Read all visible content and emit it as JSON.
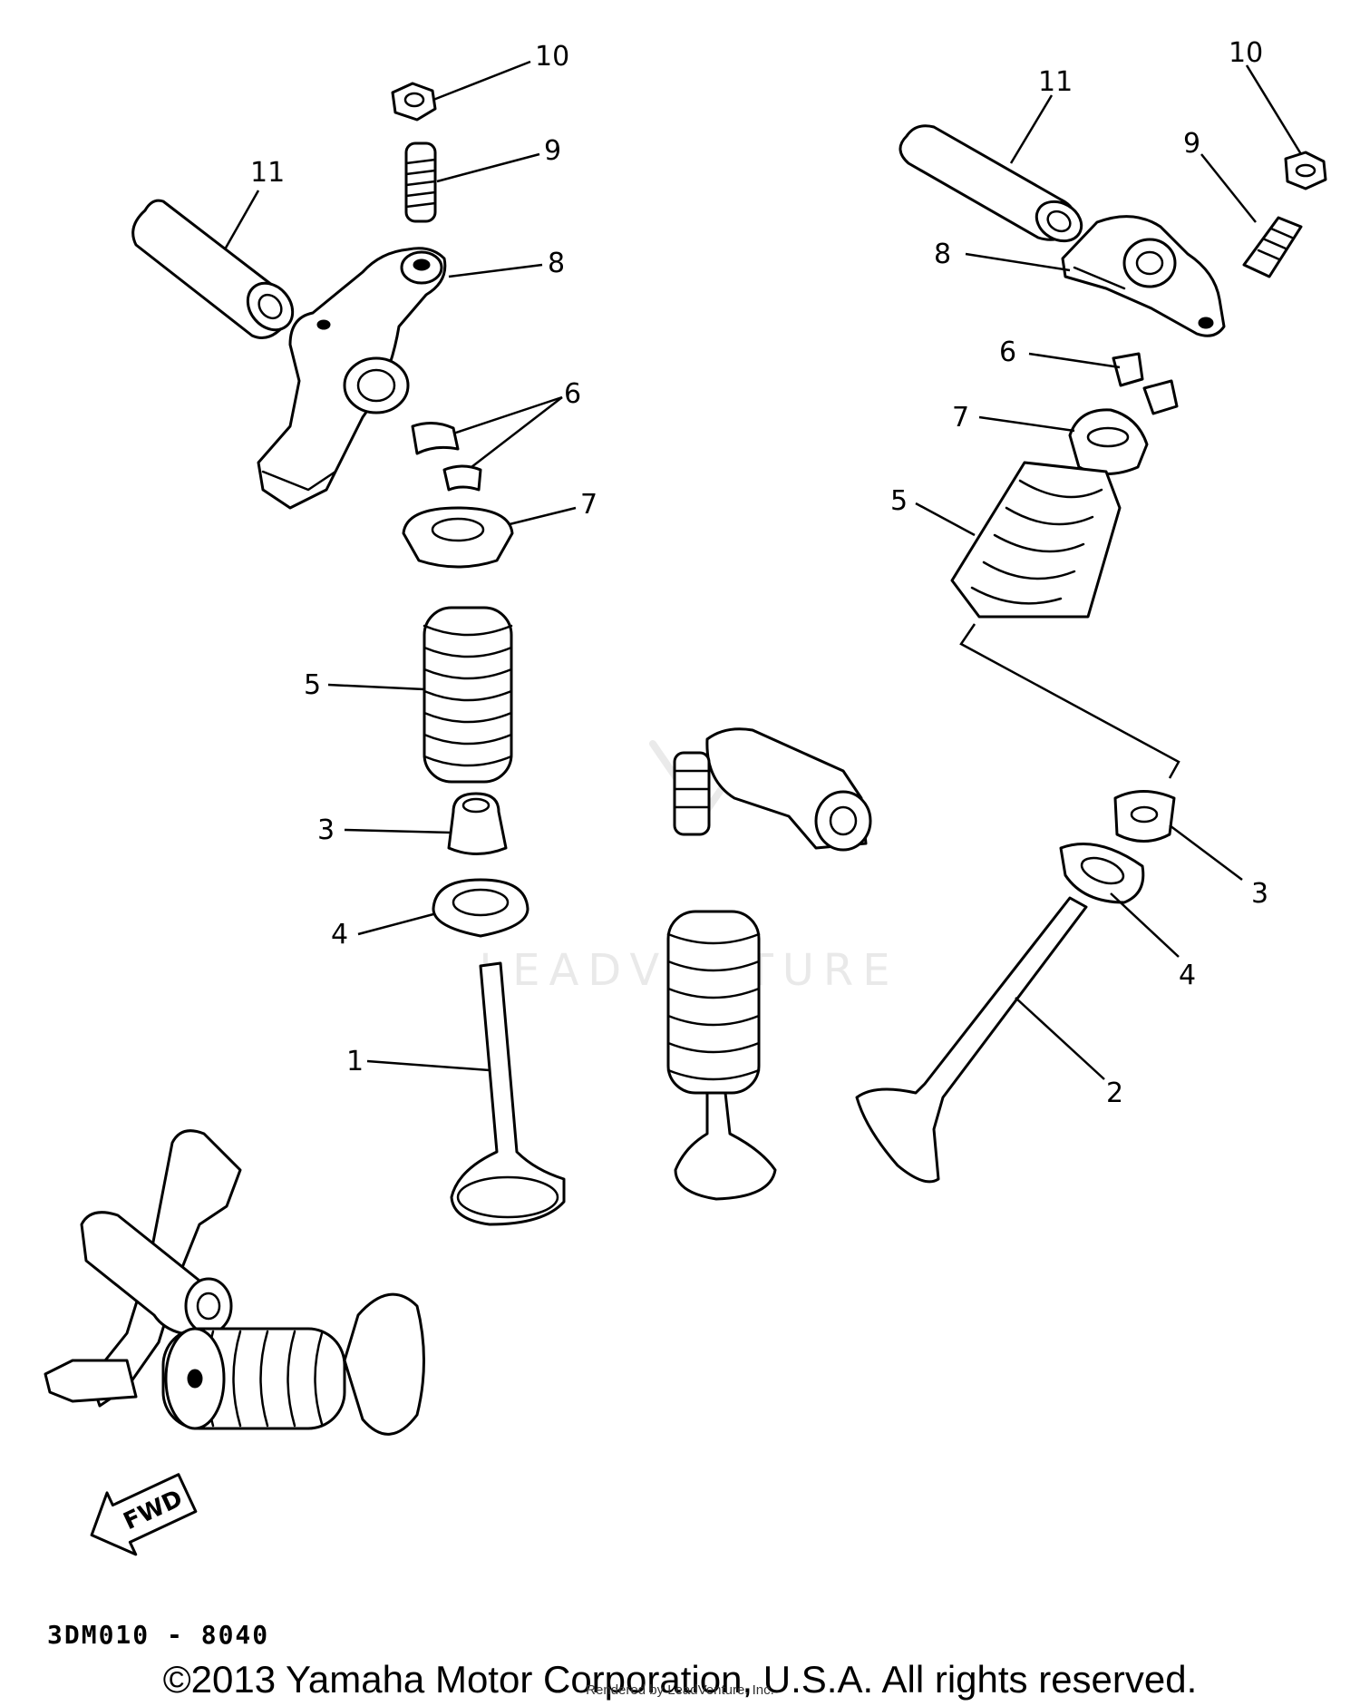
{
  "diagram": {
    "title": "",
    "code": "3DM010 - 8040",
    "fwd_label": "FWD",
    "copyright": "©2013 Yamaha Motor Corporation, U.S.A. All rights reserved.",
    "rendered_by": "Rendered by LeadVenture, Inc.",
    "watermark": "LEADVENTURE"
  },
  "callouts": {
    "left": [
      "1",
      "3",
      "4",
      "5",
      "6",
      "7",
      "8",
      "9",
      "10",
      "11"
    ],
    "right": [
      "2",
      "3",
      "4",
      "5",
      "6",
      "7",
      "8",
      "9",
      "10",
      "11"
    ]
  }
}
